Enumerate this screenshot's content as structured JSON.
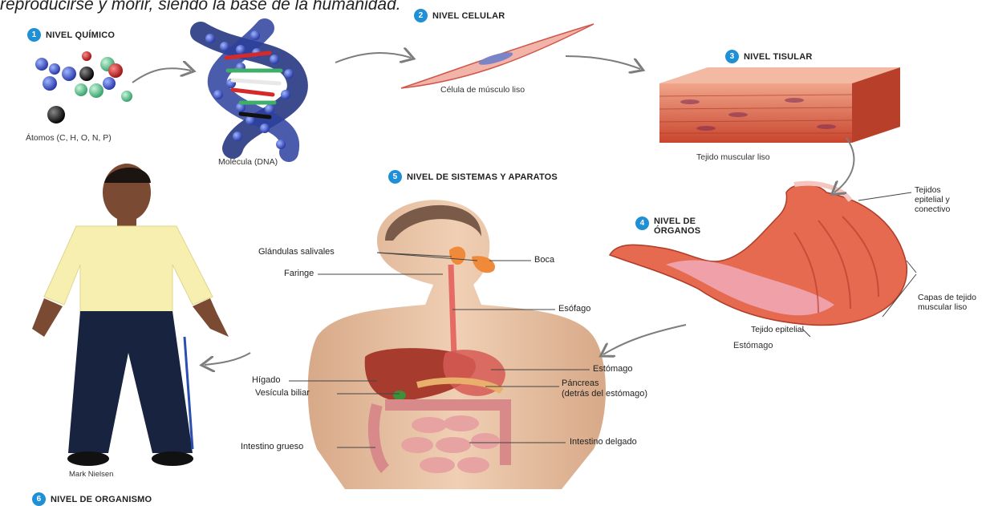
{
  "heading": "reproducirse y morir, siendo la base de la humanidad.",
  "levels": [
    {
      "number": "1",
      "title": "NIVEL QUÍMICO"
    },
    {
      "number": "2",
      "title": "NIVEL CELULAR"
    },
    {
      "number": "3",
      "title": "NIVEL TISULAR"
    },
    {
      "number": "4",
      "title_line1": "NIVEL DE",
      "title_line2": "ÓRGANOS"
    },
    {
      "number": "5",
      "title": "NIVEL DE SISTEMAS Y APARATOS"
    },
    {
      "number": "6",
      "title": "NIVEL DE ORGANISMO"
    }
  ],
  "captions": {
    "atoms": "Átomos (C, H, O, N, P)",
    "molecule": "Molécula (DNA)",
    "cell": "Célula de músculo liso",
    "tissue": "Tejido muscular liso",
    "person": "Mark Nielsen",
    "stomach": "Estómago"
  },
  "organ_labels": {
    "epithelial_connective_1": "Tejidos",
    "epithelial_connective_2": "epitelial y",
    "epithelial_connective_3": "conectivo",
    "muscle_layers_1": "Capas de tejido",
    "muscle_layers_2": "muscular liso",
    "epithelial_tissue": "Tejido epitelial"
  },
  "system_labels": {
    "salivary": "Glándulas salivales",
    "pharynx": "Faringe",
    "mouth": "Boca",
    "esophagus": "Esófago",
    "liver": "Hígado",
    "gallbladder": "Vesícula biliar",
    "stomach": "Estómago",
    "pancreas_1": "Páncreas",
    "pancreas_2": "(detrás del estómago)",
    "large_intestine": "Intestino grueso",
    "small_intestine": "Intestino delgado"
  },
  "colors": {
    "badge": "#1f8fd6",
    "muscle": "#d9573f",
    "skin": "#e8c2a2",
    "arrow": "#8a8a8a"
  }
}
